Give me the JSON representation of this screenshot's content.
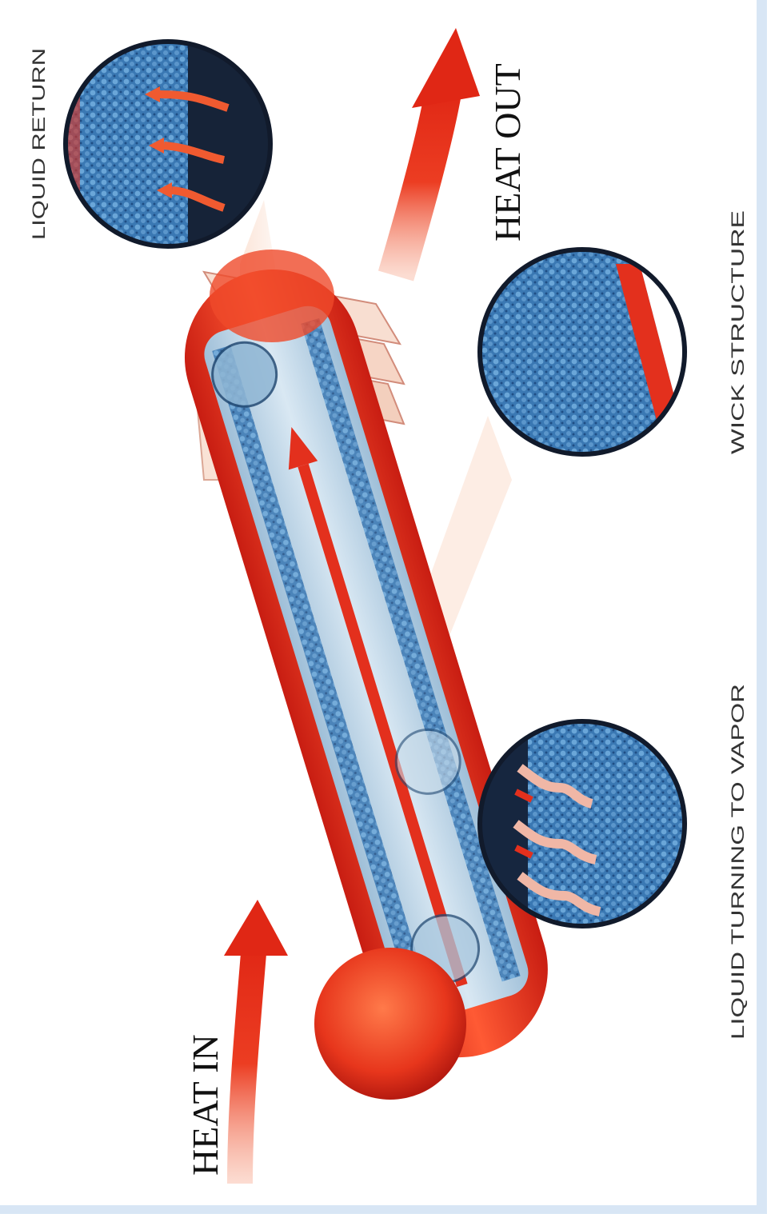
{
  "labels": {
    "heat_in": "HEAT IN",
    "heat_out": "HEAT OUT",
    "liquid_return": "LIQUID RETURN",
    "wick_structure": "WICK STRUCTURE",
    "liquid_to_vapor": "LIQUID TURNING TO VAPOR"
  },
  "colors": {
    "heat": "#e8321e",
    "wick": "#3d7fb8",
    "vapor": "#b9d3e6",
    "background": "#ffffff",
    "border": "#d8e6f5"
  },
  "icons": {
    "heat_in": "arrow-up-icon",
    "heat_out": "arrow-up-icon",
    "pipe": "heat-pipe",
    "magnifiers": "magnifier-circle"
  }
}
